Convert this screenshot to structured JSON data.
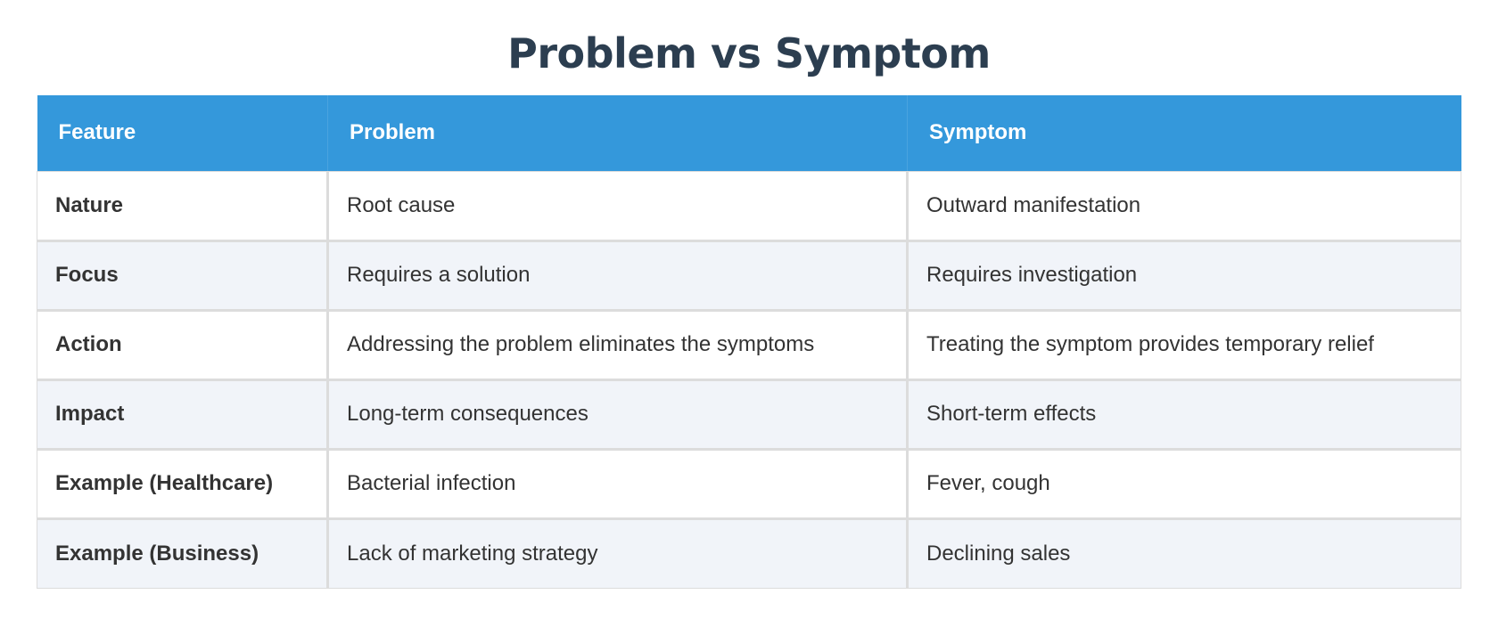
{
  "title": "Problem vs Symptom",
  "colors": {
    "title": "#2c3e50",
    "header_bg": "#3498db",
    "header_text": "#ffffff",
    "row_alt_bg": "#f1f4f9",
    "border": "#dcdcdc"
  },
  "table": {
    "headers": [
      "Feature",
      "Problem",
      "Symptom"
    ],
    "rows": [
      [
        "Nature",
        "Root cause",
        "Outward manifestation"
      ],
      [
        "Focus",
        "Requires a solution",
        "Requires investigation"
      ],
      [
        "Action",
        "Addressing the problem eliminates the symptoms",
        "Treating the symptom provides temporary relief"
      ],
      [
        "Impact",
        "Long-term consequences",
        "Short-term effects"
      ],
      [
        "Example (Healthcare)",
        "Bacterial infection",
        "Fever, cough"
      ],
      [
        "Example (Business)",
        "Lack of marketing strategy",
        "Declining sales"
      ]
    ]
  }
}
